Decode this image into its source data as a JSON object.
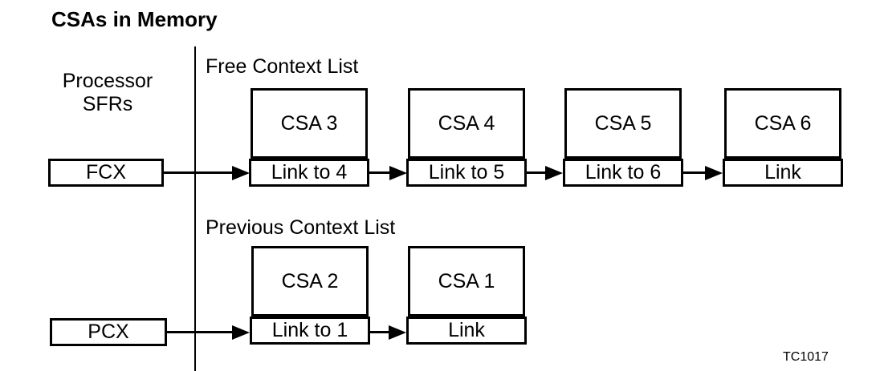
{
  "title": "CSAs in Memory",
  "figure_number": "TC1017",
  "processor_sfrs": {
    "label_line1": "Processor",
    "label_line2": "SFRs",
    "fcx_register": "FCX",
    "pcx_register": "PCX"
  },
  "free_context_list": {
    "label": "Free Context List",
    "nodes": [
      {
        "name": "CSA 3",
        "link": "Link to 4"
      },
      {
        "name": "CSA 4",
        "link": "Link to 5"
      },
      {
        "name": "CSA 5",
        "link": "Link to 6"
      },
      {
        "name": "CSA 6",
        "link": "Link"
      }
    ]
  },
  "previous_context_list": {
    "label": "Previous Context List",
    "nodes": [
      {
        "name": "CSA 2",
        "link": "Link to 1"
      },
      {
        "name": "CSA 1",
        "link": "Link"
      }
    ]
  },
  "colors": {
    "ink": "#000000",
    "background": "#ffffff"
  }
}
